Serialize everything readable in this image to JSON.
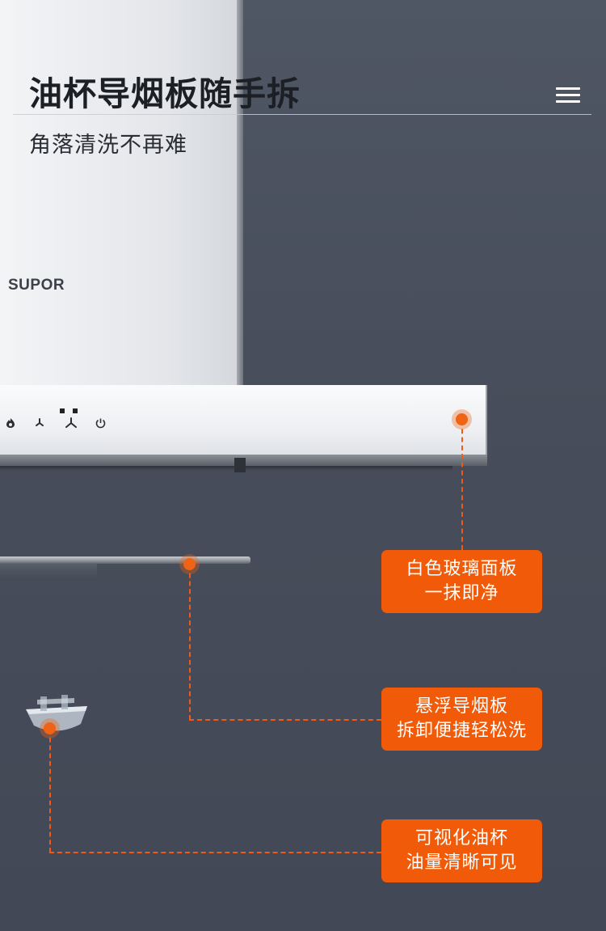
{
  "header": {
    "title": "油杯导烟板随手拆",
    "subtitle": "角落清洗不再难"
  },
  "brand": {
    "logo_text": "SUPOR"
  },
  "colors": {
    "accent": "#f05a08",
    "background": "#4a505d",
    "panel": "#f0f1f3"
  },
  "icons": {
    "menu": "hamburger-menu-icon",
    "controls": [
      "burner-icon",
      "fan-low-icon",
      "fan-high-icon",
      "power-icon"
    ]
  },
  "callouts": [
    {
      "line1": "白色玻璃面板",
      "line2": "一抹即净"
    },
    {
      "line1": "悬浮导烟板",
      "line2": "拆卸便捷轻松洗"
    },
    {
      "line1": "可视化油杯",
      "line2": "油量清晰可见"
    }
  ]
}
